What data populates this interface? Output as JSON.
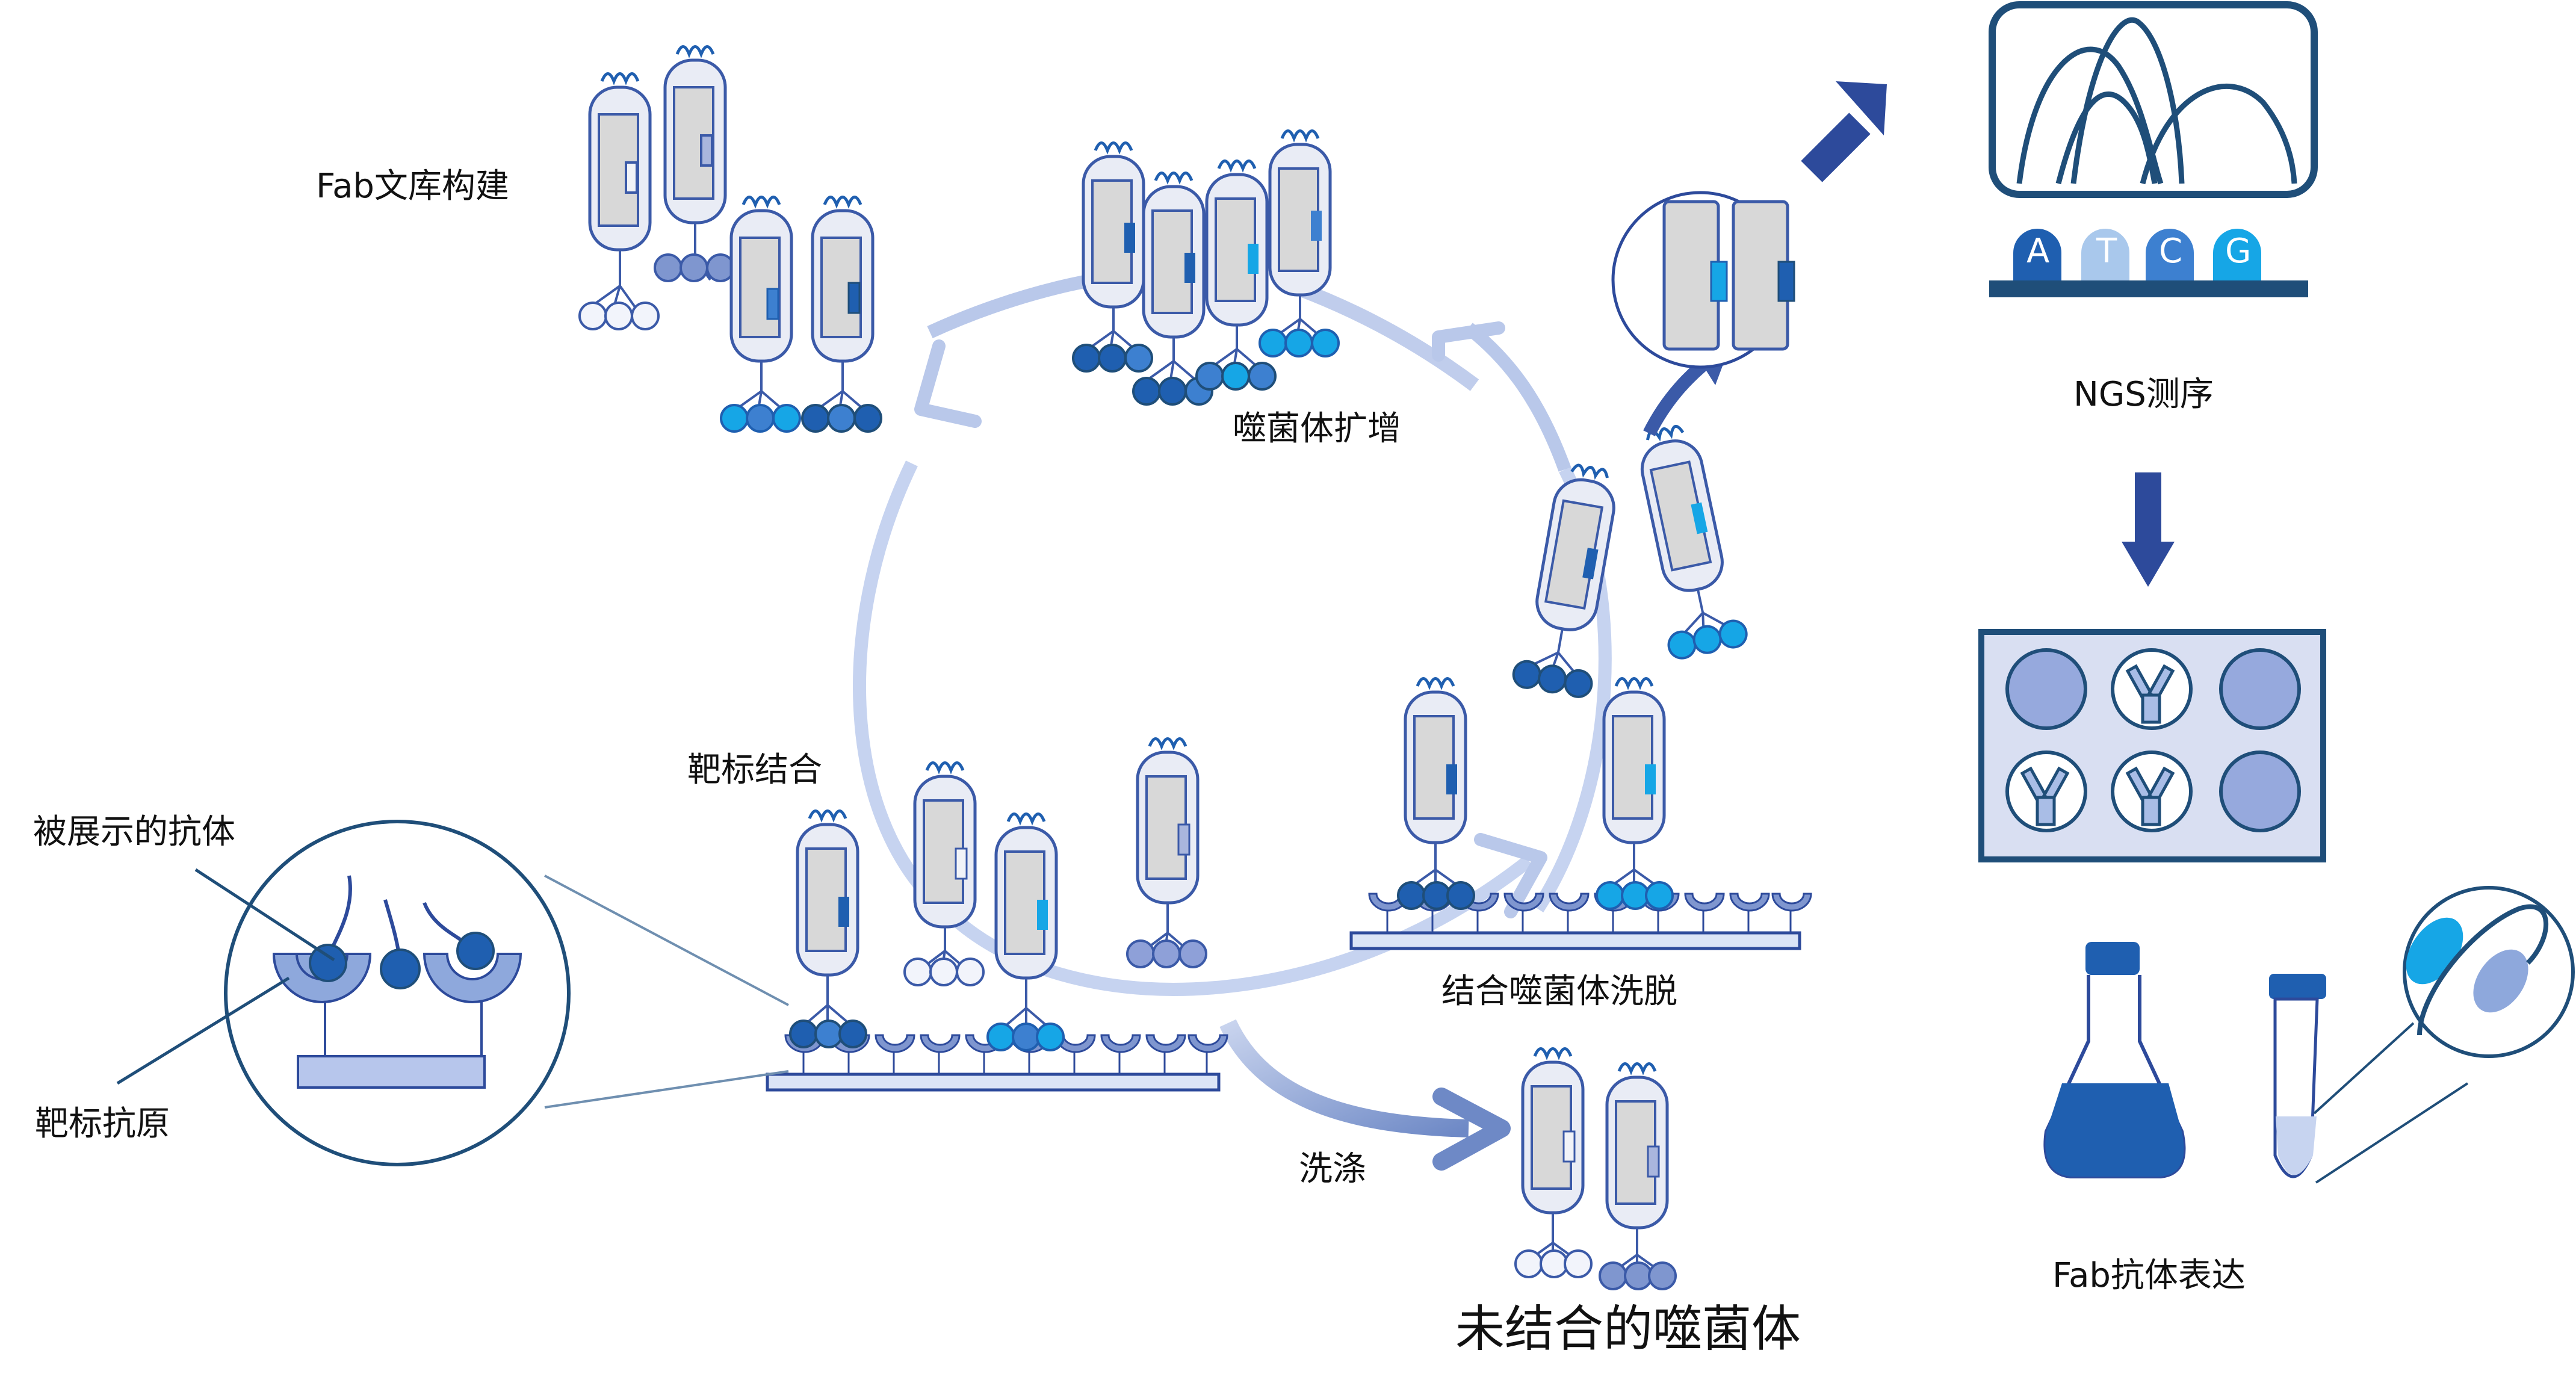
{
  "labels": {
    "library": "Fab文库构建",
    "amplify": "噬菌体扩增",
    "ngs": "NGS测序",
    "binding": "靶标结合",
    "displayed_antibody": "被展示的抗体",
    "target_antigen": "靶标抗原",
    "elution": "结合噬菌体洗脱",
    "wash": "洗涤",
    "unbound": "未结合的噬菌体",
    "expression": "Fab抗体表达"
  },
  "bases": [
    "A",
    "T",
    "C",
    "G"
  ],
  "colors": {
    "dark_navy": "#1f4e79",
    "outline": "#3b5aa8",
    "cycle_arrow": "#b9c8ea",
    "dark_blue": "#1f5fb0",
    "mid_blue": "#3d80d0",
    "cyan": "#16a6e6",
    "light": "#dbe4f6",
    "pale": "#a9b6dd",
    "phage_fill": "#e9ecf5",
    "phage_core": "#d8d8d8"
  }
}
